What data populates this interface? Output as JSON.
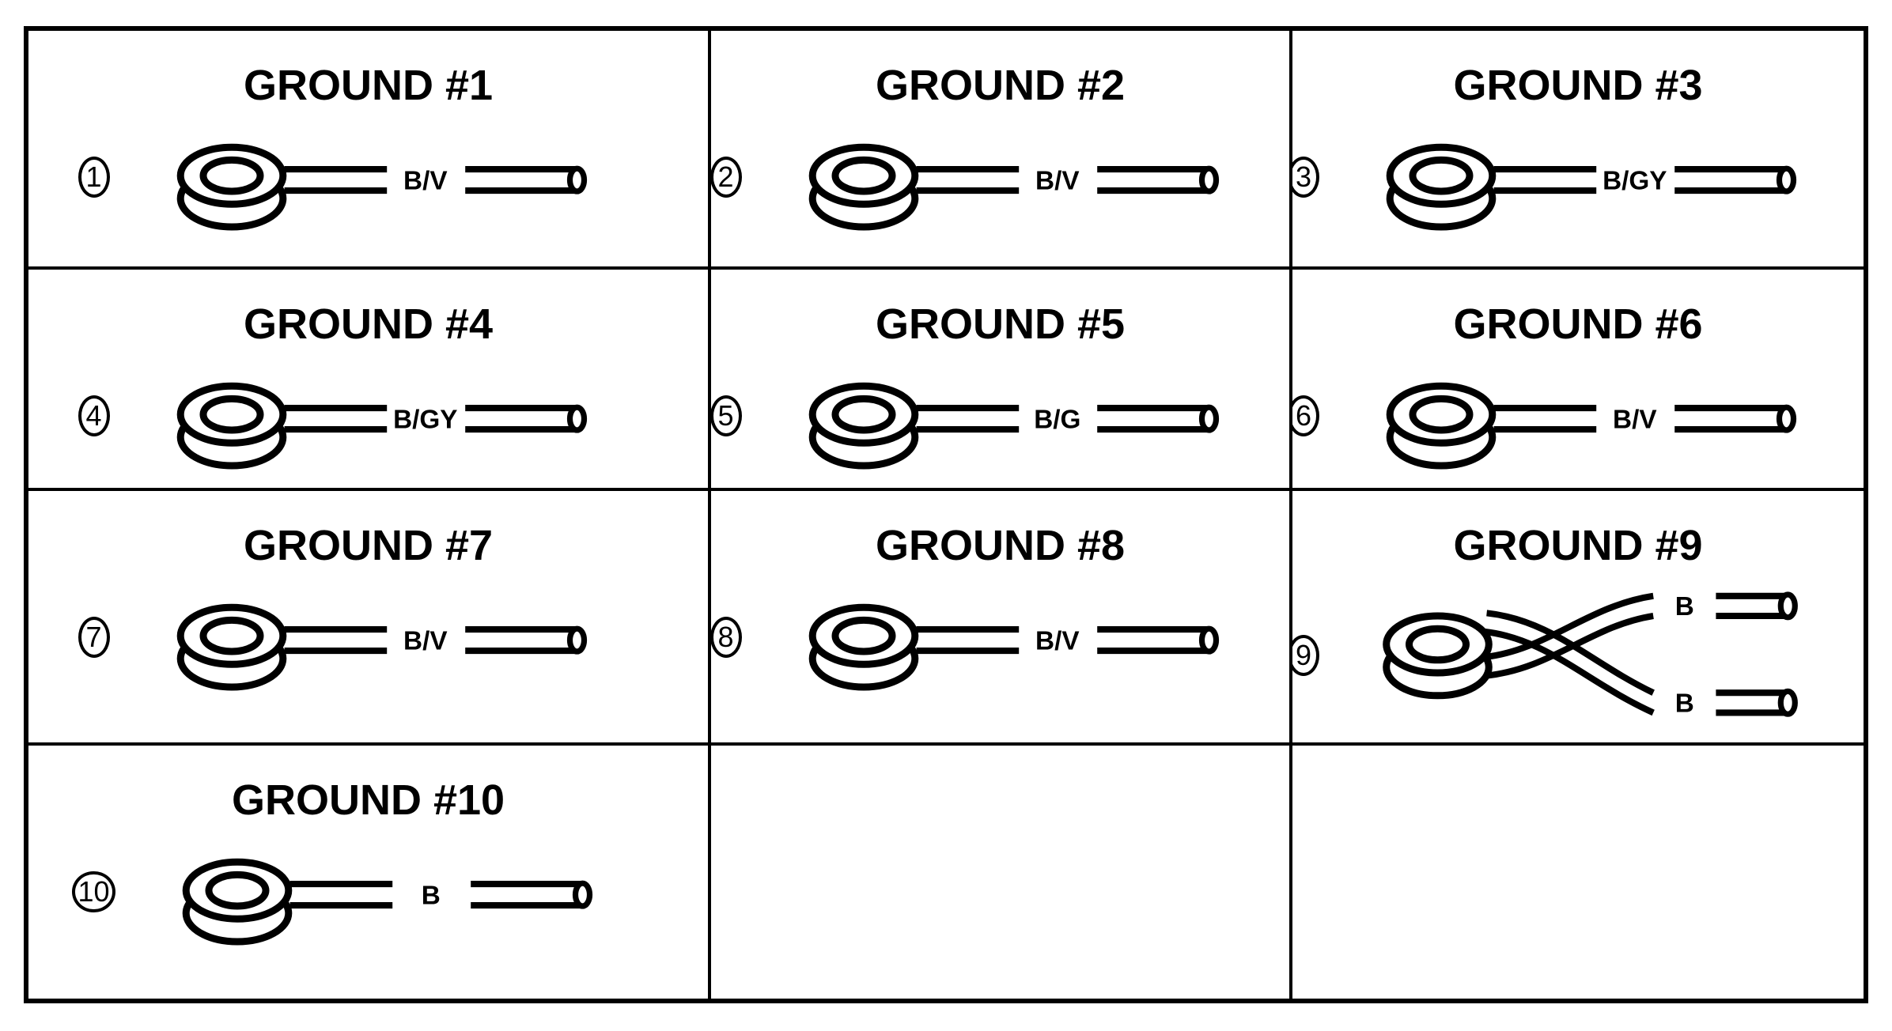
{
  "diagram": {
    "sheet_name": "ground-points-sheet",
    "colors": {
      "ink": "#000000",
      "paper": "#ffffff"
    },
    "cells": [
      {
        "type": "single",
        "title": "GROUND #1",
        "number": "1",
        "wire_label": "B/V"
      },
      {
        "type": "single",
        "title": "GROUND #2",
        "number": "2",
        "wire_label": "B/V"
      },
      {
        "type": "single",
        "title": "GROUND #3",
        "number": "3",
        "wire_label": "B/GY"
      },
      {
        "type": "single",
        "title": "GROUND #4",
        "number": "4",
        "wire_label": "B/GY"
      },
      {
        "type": "single",
        "title": "GROUND #5",
        "number": "5",
        "wire_label": "B/G"
      },
      {
        "type": "single",
        "title": "GROUND #6",
        "number": "6",
        "wire_label": "B/V"
      },
      {
        "type": "single",
        "title": "GROUND #7",
        "number": "7",
        "wire_label": "B/V"
      },
      {
        "type": "single",
        "title": "GROUND #8",
        "number": "8",
        "wire_label": "B/V"
      },
      {
        "type": "double",
        "title": "GROUND #9",
        "number": "9",
        "wire_labels": [
          "B",
          "B"
        ]
      },
      {
        "type": "single",
        "title": "GROUND #10",
        "number": "10",
        "wire_label": "B"
      },
      {
        "type": "empty"
      },
      {
        "type": "empty"
      }
    ]
  }
}
